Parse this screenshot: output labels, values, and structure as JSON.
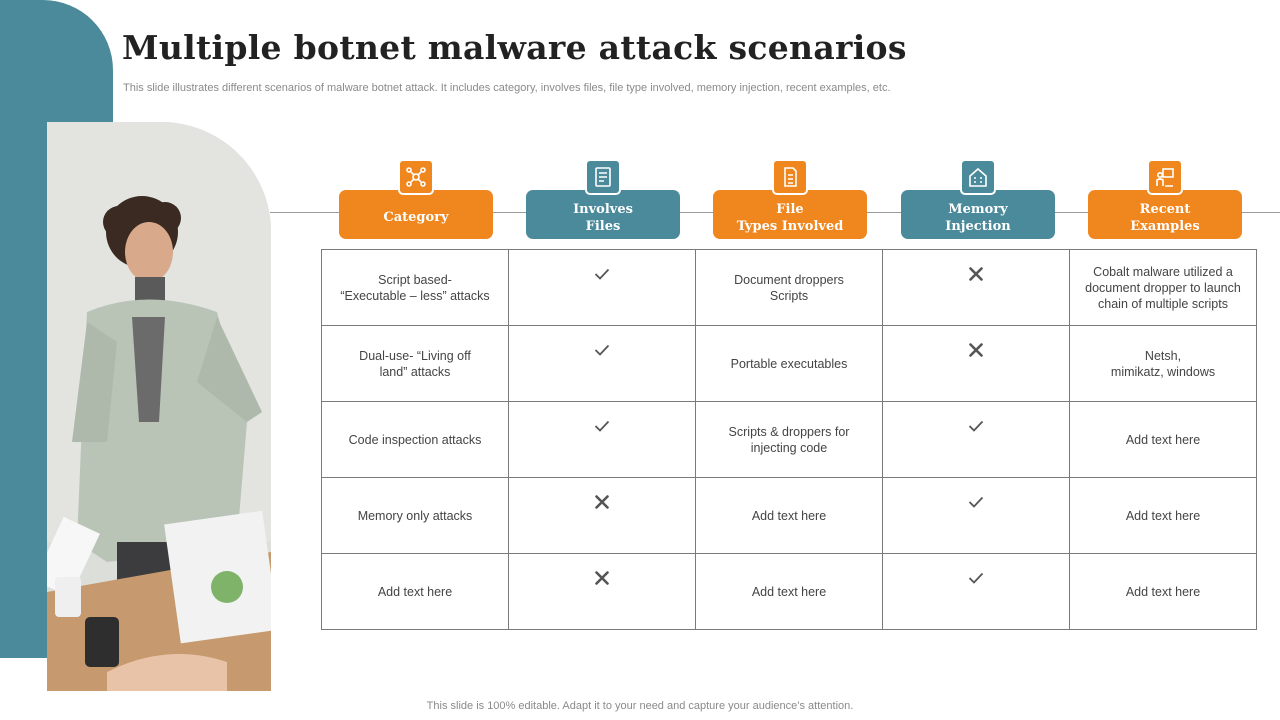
{
  "title": "Multiple botnet malware attack scenarios",
  "subtitle": "This slide illustrates different scenarios of malware botnet attack. It includes category, involves files, file type involved, memory injection, recent examples, etc.",
  "footer": "This slide is 100% editable. Adapt it to your need and capture your audience’s attention.",
  "colors": {
    "orange": "#f0861e",
    "teal": "#4a8a9b"
  },
  "columns": [
    {
      "label": "Category",
      "color": "orange",
      "icon": "network-icon"
    },
    {
      "label": "Involves\nFiles",
      "color": "teal",
      "icon": "document-list-icon"
    },
    {
      "label": "File\nTypes Involved",
      "color": "orange",
      "icon": "file-icon"
    },
    {
      "label": "Memory\nInjection",
      "color": "teal",
      "icon": "building-icon"
    },
    {
      "label": "Recent\nExamples",
      "color": "orange",
      "icon": "presentation-icon"
    }
  ],
  "rows": [
    {
      "category": "Script based-\n“Executable – less” attacks",
      "involves_files": "check",
      "file_types": "Document droppers\nScripts",
      "memory_injection": "cross",
      "examples": "Cobalt malware utilized a document dropper to launch chain of multiple scripts"
    },
    {
      "category": "Dual-use- “Living off\nland” attacks",
      "involves_files": "check",
      "file_types": "Portable executables",
      "memory_injection": "cross",
      "examples": "Netsh,\nmimikatz, windows"
    },
    {
      "category": "Code inspection attacks",
      "involves_files": "check",
      "file_types": "Scripts & droppers for\ninjecting code",
      "memory_injection": "check",
      "examples": "Add text here"
    },
    {
      "category": "Memory only attacks",
      "involves_files": "cross",
      "file_types": "Add text here",
      "memory_injection": "check",
      "examples": "Add text here"
    },
    {
      "category": "Add text here",
      "involves_files": "cross",
      "file_types": "Add text here",
      "memory_injection": "check",
      "examples": "Add text here"
    }
  ]
}
